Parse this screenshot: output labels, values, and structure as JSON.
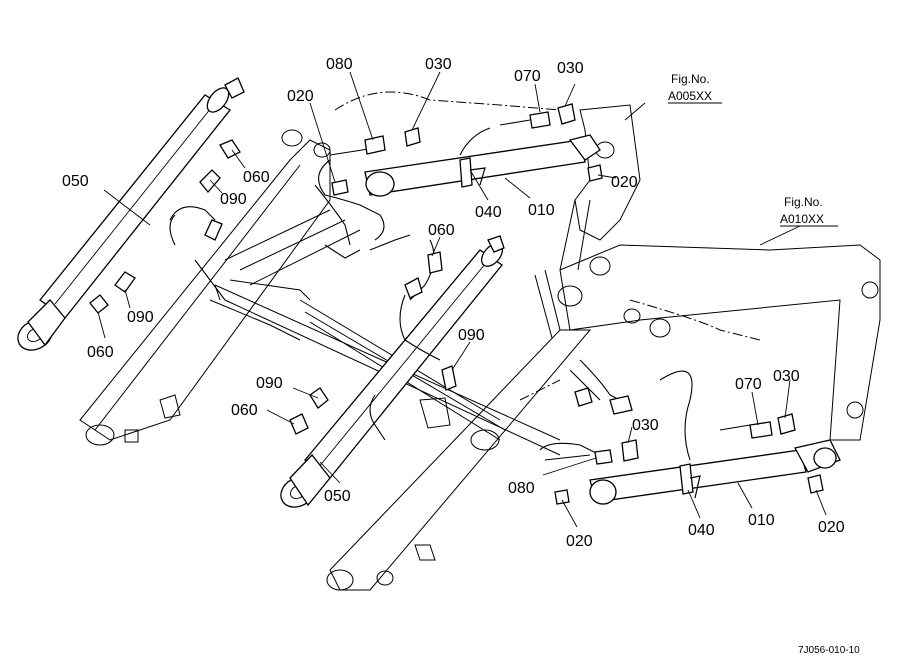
{
  "callouts": {
    "c050_left": "050",
    "c060_a": "060",
    "c090_a": "090",
    "c090_b": "090",
    "c060_b": "060",
    "c020_top": "020",
    "c080_top": "080",
    "c030_top": "030",
    "c070_top": "070",
    "c030_top2": "030",
    "c020_right1": "020",
    "c040_top": "040",
    "c010_top": "010",
    "c060_mid": "060",
    "c090_mid": "090",
    "c090_lower": "090",
    "c060_lower": "060",
    "c050_lower": "050",
    "c070_right": "070",
    "c030_right": "030",
    "c030_lower": "030",
    "c080_lower": "080",
    "c020_lower": "020",
    "c040_lower": "040",
    "c010_lower": "010",
    "c020_right2": "020"
  },
  "figure_refs": {
    "ref1_label": "Fig.No.",
    "ref1_code": "A005XX",
    "ref2_label": "Fig.No.",
    "ref2_code": "A010XX"
  },
  "drawing_code": "7J056-010-10"
}
